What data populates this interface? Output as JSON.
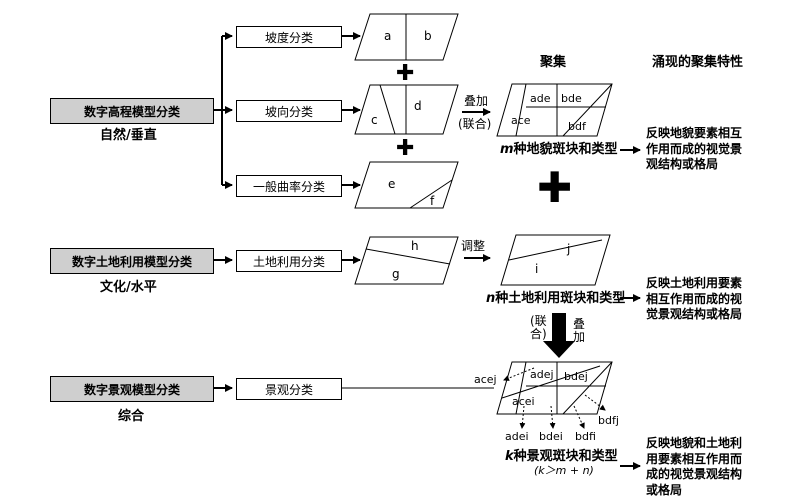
{
  "left": {
    "terrain_box": "数字高程模型分类",
    "terrain_sub": "自然/垂直",
    "landuse_box": "数字土地利用模型分类",
    "landuse_sub": "文化/水平",
    "landscape_box": "数字景观模型分类",
    "landscape_sub": "综合"
  },
  "middle": {
    "slope": "坡度分类",
    "aspect": "坡向分类",
    "curvature": "一般曲率分类",
    "landuse": "土地利用分类",
    "landscape": "景观分类"
  },
  "parallelograms": {
    "slope": [
      "a",
      "b"
    ],
    "aspect": [
      "c",
      "d"
    ],
    "curvature": [
      "e",
      "f"
    ],
    "landuse": [
      "h",
      "g"
    ],
    "landuse_adjusted": [
      "j",
      "i"
    ],
    "terrain_aggregate": [
      "ade",
      "bde",
      "ace",
      "bdf"
    ],
    "landscape": [
      "adej",
      "bdej",
      "acei"
    ]
  },
  "operations": {
    "overlay": "叠加",
    "union_paren": "(联合)",
    "adjust": "调整",
    "union_v": "(联\n合)",
    "overlay_v": "叠\n加"
  },
  "headers": {
    "aggregate": "聚集",
    "emergent": "涌现的聚集特性"
  },
  "captions": {
    "terrain_m": "m",
    "terrain_rest": "种地貌斑块和类型",
    "landuse_n": "n",
    "landuse_rest": "种土地利用斑块和类型",
    "landscape_k": "k",
    "landscape_rest": "种景观斑块和类型",
    "landscape_formula": "(k＞m + n)"
  },
  "outer_labels": {
    "acej": "acej",
    "bdfj": "bdfj",
    "adei": "adei",
    "bdei": "bdei",
    "bdfi": "bdfi"
  },
  "emergent": {
    "terrain": [
      "反映地貌要素相互",
      "作用而成的视觉景",
      "观结构或格局"
    ],
    "landuse": [
      "反映土地利用要素",
      "相互作用而成的视",
      "觉景观结构或格局"
    ],
    "landscape": [
      "反映地貌和土地利",
      "用要素相互作用而",
      "成的视觉景观结构",
      "或格局"
    ]
  }
}
